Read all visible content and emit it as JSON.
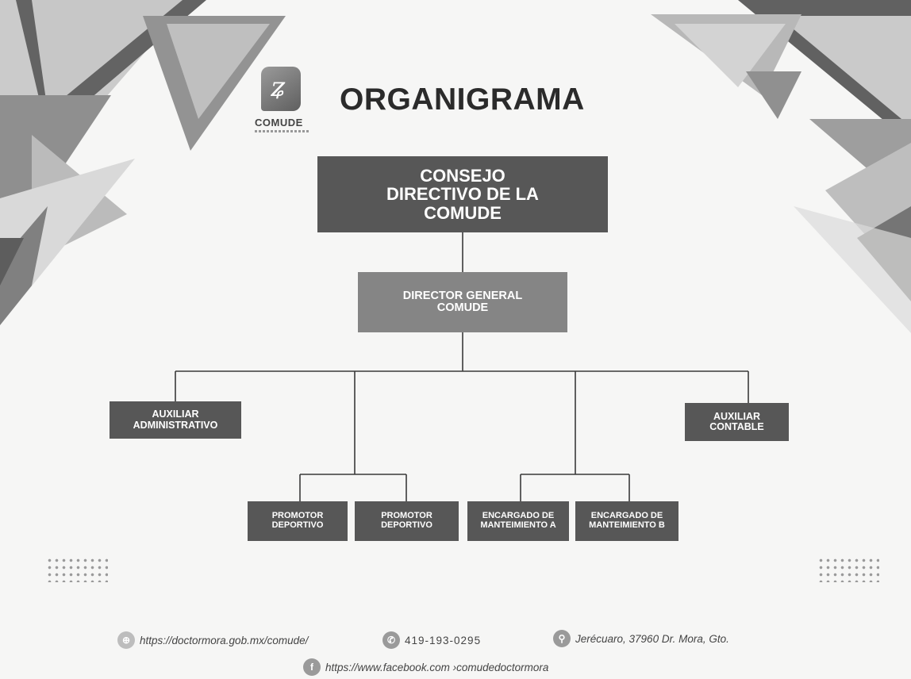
{
  "header": {
    "title": "ORGANIGRAMA",
    "logo_text": "COMUDE"
  },
  "org": {
    "consejo": [
      "CONSEJO",
      "DIRECTIVO DE LA",
      "COMUDE"
    ],
    "director": [
      "DIRECTOR GENERAL",
      "COMUDE"
    ],
    "aux_admin": [
      "AUXILIAR",
      "ADMINISTRATIVO"
    ],
    "aux_contable": [
      "AUXILIAR",
      "CONTABLE"
    ],
    "promotor_1": [
      "PROMOTOR",
      "DEPORTIVO"
    ],
    "promotor_2": [
      "PROMOTOR",
      "DEPORTIVO"
    ],
    "encargado_a": [
      "ENCARGADO DE",
      "MANTEIMIENTO A"
    ],
    "encargado_b": [
      "ENCARGADO DE",
      "MANTEIMIENTO B"
    ]
  },
  "footer": {
    "website": "https://doctormora.gob.mx/comude/",
    "phone": "419-193-0295",
    "address": "Jerécuaro, 37960 Dr. Mora, Gto.",
    "facebook": "https://www.facebook.com ›comudedoctormora",
    "icons": {
      "website": "globe-icon",
      "phone": "phone-icon",
      "address": "location-pin-icon",
      "facebook": "facebook-icon"
    }
  },
  "colors": {
    "box_dark": "#575757",
    "box_mid": "#858585",
    "decor": "#6f6f6f"
  }
}
